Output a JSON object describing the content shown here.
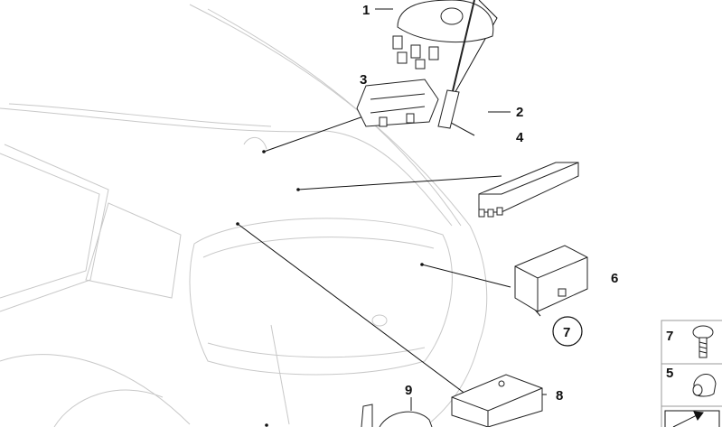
{
  "title": "Rear antenna and amplifier parts diagram",
  "callouts": [
    "1",
    "2",
    "3",
    "4",
    "6",
    "7",
    "8",
    "9"
  ],
  "circled_callout": "7",
  "legend": [
    {
      "number": "7",
      "icon": "screw-icon"
    },
    {
      "number": "5",
      "icon": "grommet-cap-icon"
    }
  ]
}
